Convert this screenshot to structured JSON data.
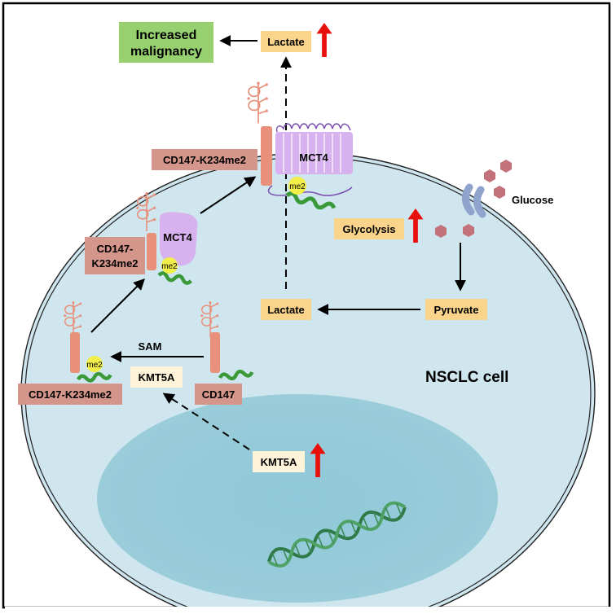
{
  "labels": {
    "increased_malignancy_line1": "Increased",
    "increased_malignancy_line2": "malignancy",
    "lactate_top": "Lactate",
    "lactate_inner": "Lactate",
    "pyruvate": "Pyruvate",
    "glucose": "Glucose",
    "glycolysis": "Glycolysis",
    "mct4_membrane": "MCT4",
    "mct4_cytoplasm": "MCT4",
    "cd147_k234me2_membrane": "CD147-K234me2",
    "cd147_k234me2_mid_line1": "CD147-",
    "cd147_k234me2_mid_line2": "K234me2",
    "cd147_k234me2_bottom": "CD147-K234me2",
    "cd147": "CD147",
    "kmt5a_cytoplasm": "KMT5A",
    "kmt5a_nucleus": "KMT5A",
    "sam": "SAM",
    "me2_a": "me2",
    "me2_b": "me2",
    "me2_c": "me2",
    "nsclc_cell": "NSCLC cell"
  },
  "colors": {
    "cell_fill": "#cfe6ee",
    "nucleus_fill": "#8fc8d8",
    "label_box_orange": "#f9d48a",
    "label_box_brown": "#d4968a",
    "label_box_green": "#97d06e",
    "kmt5a_box": "#fff3d9",
    "mct4_purple": "#d7b2ee",
    "cd147_salmon": "#e8907a",
    "up_arrow_red": "#e8100c",
    "me2_yellow": "#f2ee4a",
    "helix_green": "#3a9a3a",
    "glucose_dots": "#c4727a"
  },
  "icons": [
    "up-arrow-icon",
    "glucose-transporter-icon",
    "dna-helix-icon",
    "glycan-tree-icon",
    "alpha-helix-icon"
  ]
}
